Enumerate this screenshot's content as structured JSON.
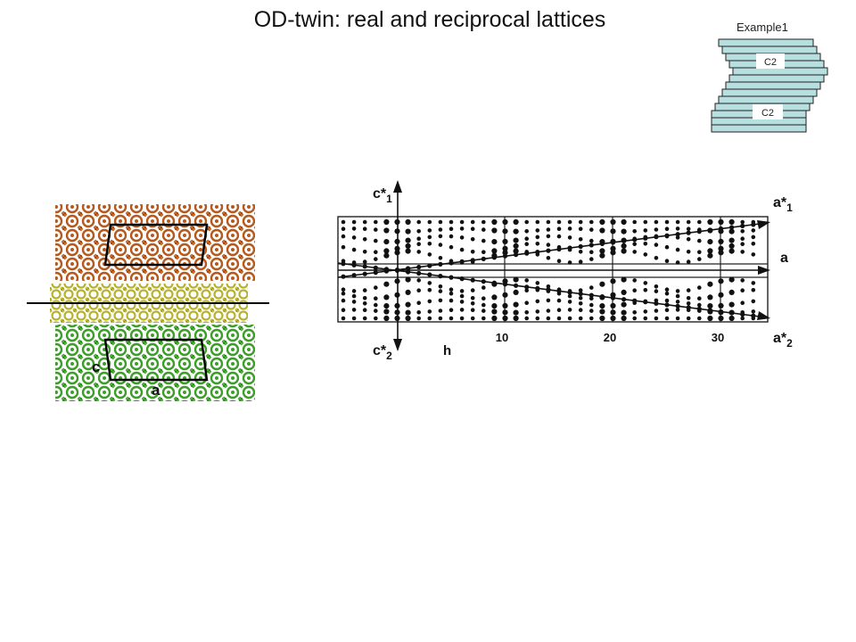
{
  "title": "OD-twin: real and reciprocal lattices",
  "example": {
    "label": "Example1",
    "c2_upper": "C2",
    "c2_lower": "C2",
    "plate_color": "#b7dfe0"
  },
  "real_lattice": {
    "label_c": "c",
    "label_a": "a",
    "colors": {
      "top": "#b5591e",
      "middle": "#b8b232",
      "bottom": "#3e9d2a"
    }
  },
  "reciprocal": {
    "label_c1": "c*",
    "label_c1_sub": "1",
    "label_c2": "c*",
    "label_c2_sub": "2",
    "label_a1": "a*",
    "label_a1_sub": "1",
    "label_a2": "a*",
    "label_a2_sub": "2",
    "label_a": "a",
    "label_h": "h",
    "ticks": [
      "10",
      "20",
      "30"
    ]
  }
}
